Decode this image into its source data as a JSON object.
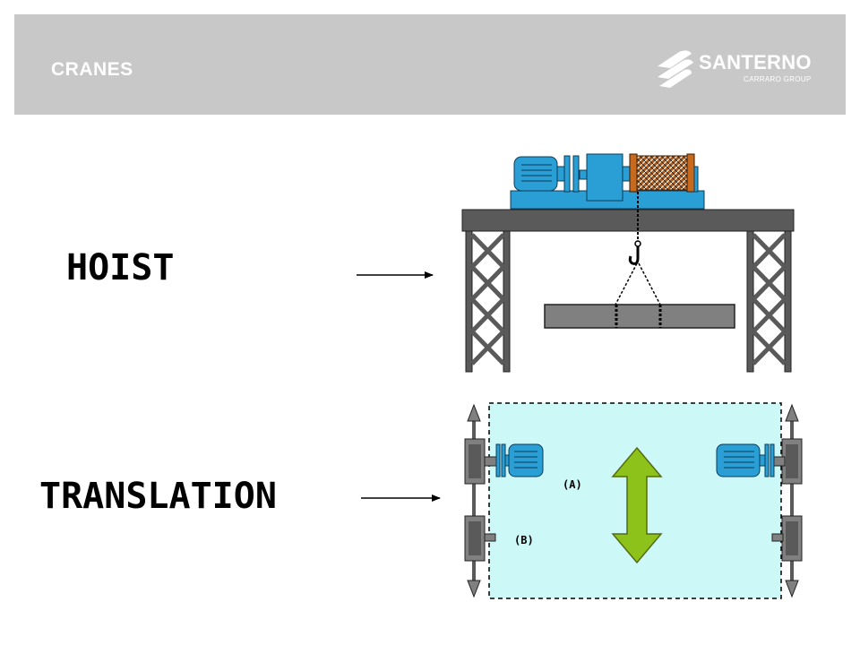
{
  "header": {
    "title": "CRANES",
    "background": "#c8c8c8"
  },
  "logo": {
    "name": "SANTERNO",
    "subtitle": "CARRARO GROUP"
  },
  "diagram": {
    "hoist": {
      "label": "HOIST"
    },
    "translation": {
      "label": "TRANSLATION",
      "label_a": "(A)",
      "label_b": "(B)"
    }
  },
  "colors": {
    "motor": "#2a9fd6",
    "frame": "#5a5a5a",
    "drum": "#c86a1e",
    "floor": "#ccf8f8",
    "arrow": "#8cc21a"
  }
}
